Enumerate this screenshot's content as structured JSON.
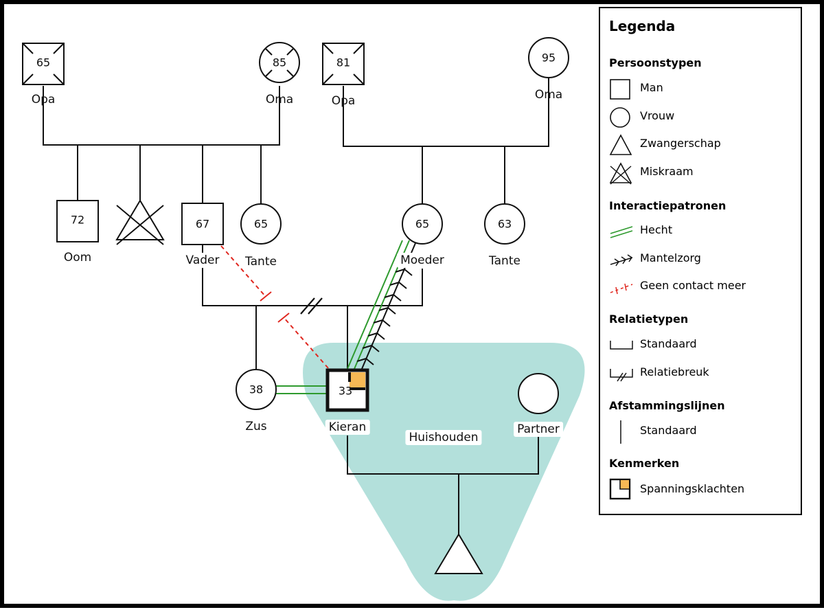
{
  "diagram": {
    "persons": {
      "grandpa_left": {
        "age": "65",
        "label": "Opa"
      },
      "grandma_left": {
        "age": "85",
        "label": "Oma"
      },
      "grandpa_right": {
        "age": "81",
        "label": "Opa"
      },
      "grandma_right": {
        "age": "95",
        "label": "Oma"
      },
      "uncle": {
        "age": "72",
        "label": "Oom"
      },
      "father": {
        "age": "67",
        "label": "Vader"
      },
      "aunt_left": {
        "age": "65",
        "label": "Tante"
      },
      "mother": {
        "age": "65",
        "label": "Moeder"
      },
      "aunt_right": {
        "age": "63",
        "label": "Tante"
      },
      "sister": {
        "age": "38",
        "label": "Zus"
      },
      "kieran": {
        "age": "33",
        "label": "Kieran"
      },
      "partner": {
        "age": "",
        "label": "Partner"
      }
    },
    "household_label": "Huishouden",
    "colors": {
      "household": "#b3e0db",
      "attachment": "#2e9a2e",
      "no_contact": "#e0271f",
      "stress": "#f7b955",
      "line": "#111111"
    }
  },
  "legend": {
    "title": "Legenda",
    "sections": [
      {
        "heading": "Persoonstypen",
        "items": [
          {
            "icon": "square-icon",
            "label": "Man"
          },
          {
            "icon": "circle-icon",
            "label": "Vrouw"
          },
          {
            "icon": "triangle-icon",
            "label": "Zwangerschap"
          },
          {
            "icon": "crossed-triangle-icon",
            "label": "Miskraam"
          }
        ]
      },
      {
        "heading": "Interactiepatronen",
        "items": [
          {
            "icon": "double-green-line-icon",
            "label": "Hecht"
          },
          {
            "icon": "caregiving-arrow-icon",
            "label": "Mantelzorg"
          },
          {
            "icon": "red-dashed-line-icon",
            "label": "Geen contact meer"
          }
        ]
      },
      {
        "heading": "Relatietypen",
        "items": [
          {
            "icon": "bracket-line-icon",
            "label": "Standaard"
          },
          {
            "icon": "broken-bracket-icon",
            "label": "Relatiebreuk"
          }
        ]
      },
      {
        "heading": "Afstammingslijnen",
        "items": [
          {
            "icon": "vertical-line-icon",
            "label": "Standaard"
          }
        ]
      },
      {
        "heading": "Kenmerken",
        "items": [
          {
            "icon": "stress-square-icon",
            "label": "Spanningsklachten"
          }
        ]
      }
    ]
  }
}
